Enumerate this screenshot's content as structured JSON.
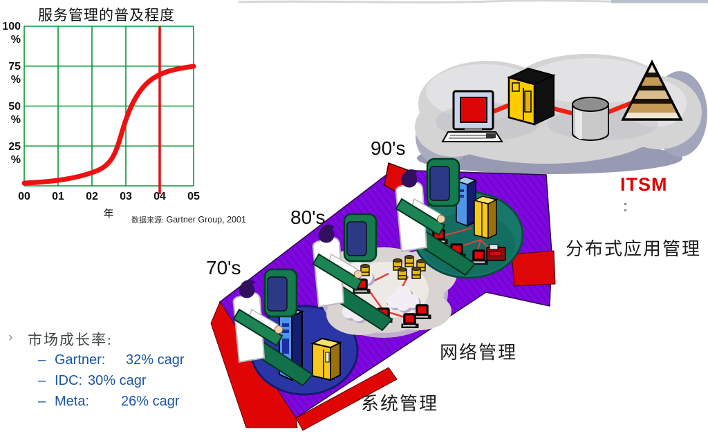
{
  "chart": {
    "title": "服务管理的普及程度",
    "y_ticks": [
      "100\n%",
      "75\n%",
      "50\n%",
      "25\n%"
    ],
    "x_ticks": [
      "00",
      "01",
      "02",
      "03",
      "04",
      "05"
    ],
    "x_axis_label": "年",
    "source_prefix": "数据来源:",
    "source_text": "Gartner Group, 2001"
  },
  "chart_data": {
    "type": "line",
    "title": "服务管理的普及程度",
    "xlabel": "年",
    "ylabel": "%",
    "x": [
      "00",
      "01",
      "02",
      "03",
      "04",
      "05"
    ],
    "y_tick_labels": [
      "100%",
      "75%",
      "50%",
      "25%"
    ],
    "ylim": [
      0,
      100
    ],
    "grid": true,
    "series": [
      {
        "name": "服务管理普及程度",
        "values": [
          2,
          3,
          8,
          47,
          68,
          74
        ]
      }
    ],
    "annotations": [
      {
        "type": "vline",
        "x": "04",
        "color": "#EE1111",
        "meaning": "current-year marker"
      }
    ],
    "source": "数据来源: Gartner Group, 2001"
  },
  "timeline": {
    "era_70s": "70's",
    "era_80s": "80's",
    "era_90s": "90's"
  },
  "labels": {
    "itsm": "ITSM",
    "system_mgmt": "系统管理",
    "network_mgmt": "网络管理",
    "distributed_app_mgmt": "分布式应用管理"
  },
  "growth": {
    "bullet": "›",
    "heading": "市场成长率:",
    "dash": "–",
    "items": [
      {
        "label": "Gartner:",
        "value": "32% cagr"
      },
      {
        "label": "IDC:",
        "value": "30% cagr"
      },
      {
        "label": "Meta:",
        "value": "26% cagr"
      }
    ]
  },
  "icons": [
    "computer-icon",
    "server-icon",
    "database-cylinder-icon",
    "pyramid-icon",
    "cloud-icon",
    "person-figure",
    "mini-computer-icon",
    "canister-icon"
  ],
  "colors": {
    "curve_red": "#EE1111",
    "grid_green": "#009933",
    "marker_line_red": "#E81010",
    "platform_purple": "#7E06DF",
    "platform_side_red": "#DF0505",
    "system_zone_blue": "#2B36A6",
    "network_zone_gray": "#D9D4D2",
    "distributed_zone_teal": "#17786A",
    "itsm_cloud_gray": "#D4D4D4",
    "itsm_text_red": "#E10000",
    "growth_text_blue": "#1A56A2",
    "server_yellow": "#F7C81C"
  }
}
